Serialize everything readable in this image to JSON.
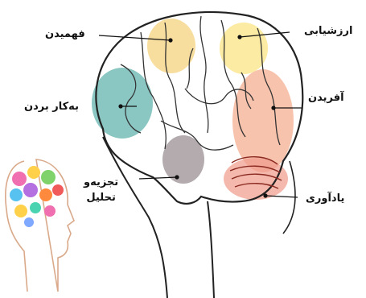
{
  "labels": {
    "understanding": "فهمیدن",
    "evaluating": "ارزشیابی",
    "applying": "به‌کار بردن",
    "creating": "آفریدن",
    "analyzing_line1": "تجزیه‌و",
    "analyzing_line2": "تحلیل",
    "remembering": "یادآوری"
  },
  "region_colors": {
    "understanding": "#f6d37e",
    "evaluating": "#fbe27a",
    "applying": "#63b3ad",
    "creating": "#f5a98a",
    "analyzing": "#9a8f92",
    "remembering": "#f09a8a"
  }
}
